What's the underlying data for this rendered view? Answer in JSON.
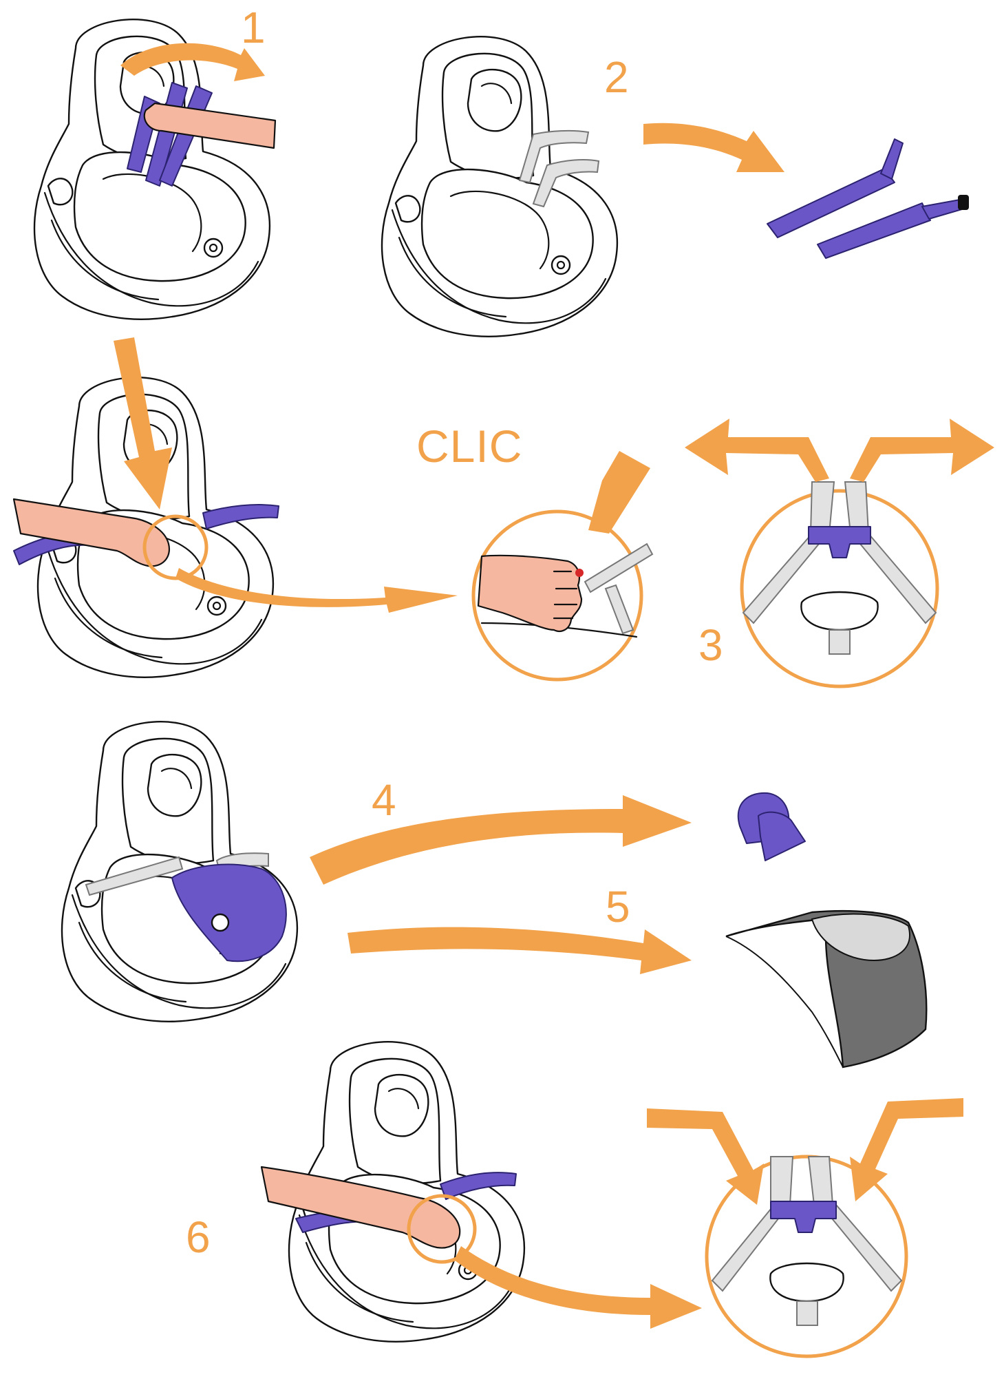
{
  "step_labels": {
    "s1": "1",
    "s2": "2",
    "s3": "3",
    "s4": "4",
    "s5": "5",
    "s6": "6"
  },
  "clic_label": "CLIC",
  "colors": {
    "accent_orange": "#F2A24A",
    "strap_purple": "#6B56C8",
    "skin": "#F6B7A0",
    "grey_part": "#7a7a7a"
  },
  "icons": [
    "car-seat",
    "curved-arrow",
    "hand",
    "harness-buckle",
    "headrest-pad",
    "crotch-pad"
  ]
}
